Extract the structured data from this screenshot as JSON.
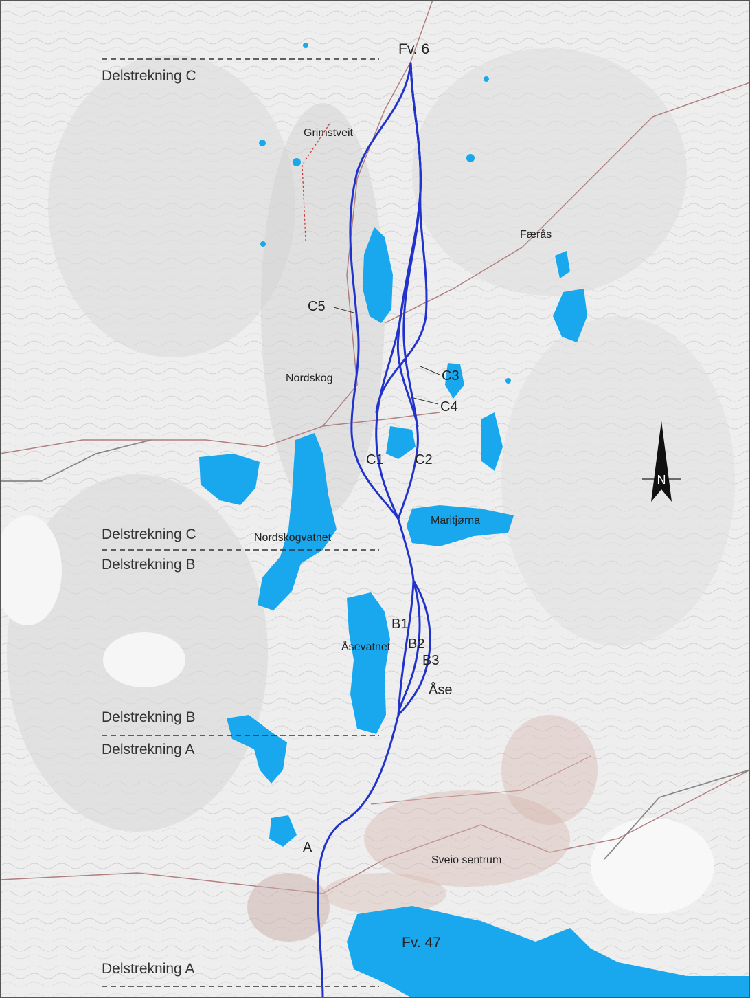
{
  "sections": {
    "c_top": "Delstrekning C",
    "c_end": "Delstrekning C",
    "b_top": "Delstrekning B",
    "b_end": "Delstrekning B",
    "a_top": "Delstrekning A",
    "a_end": "Delstrekning A"
  },
  "places": {
    "grimstveit": "Grimstveit",
    "faeras": "Færås",
    "nordskog": "Nordskog",
    "nordskogvatnet": "Nordskogvatnet",
    "maritjorna": "Maritjørna",
    "asevatnet": "Åsevatnet",
    "ase": "Åse",
    "sveio_sentrum": "Sveio sentrum"
  },
  "alternatives": {
    "c1": "C1",
    "c2": "C2",
    "c3": "C3",
    "c4": "C4",
    "c5": "C5",
    "b1": "B1",
    "b2": "B2",
    "b3": "B3",
    "a": "A"
  },
  "roads": {
    "fv6": "Fv. 6",
    "fv47": "Fv. 47"
  },
  "compass": {
    "label": "N"
  },
  "colors": {
    "route": "#2233cc",
    "water": "#19a8ee",
    "terrain": "#e6e6e6",
    "road": "#b07f7f",
    "section_line": "#333333"
  }
}
